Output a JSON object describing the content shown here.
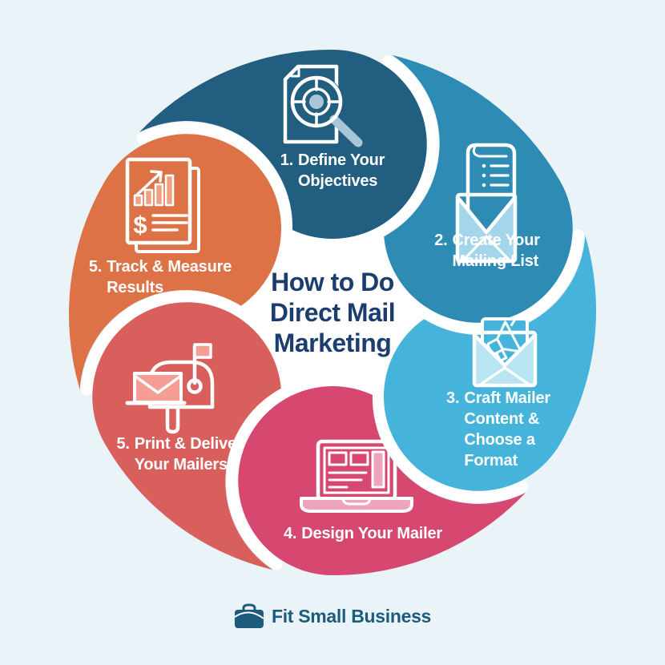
{
  "title": {
    "text": "How to Do\nDirect Mail\nMarketing"
  },
  "steps": [
    {
      "num": "1.",
      "label": "Define Your\nObjectives",
      "color": "#215e80",
      "tint": "#aac6d6",
      "icon": "document-magnifier-target-icon"
    },
    {
      "num": "2.",
      "label": "Create Your\nMailing List",
      "color": "#2e8cb4",
      "tint": "#a4d6eb",
      "icon": "envelope-mailing-list-icon"
    },
    {
      "num": "3.",
      "label": "Craft Mailer\nContent &\nChoose a\nFormat",
      "color": "#45b3da",
      "tint": "#b9e5f3",
      "icon": "envelope-megaphone-icon"
    },
    {
      "num": "4.",
      "label": "Design Your Mailer",
      "color": "#d6486f",
      "tint": "#efa3bd",
      "icon": "laptop-design-icon"
    },
    {
      "num": "5.",
      "label": "Print & Deliver\nYour Mailers",
      "color": "#d95f5d",
      "tint": "#f49e96",
      "icon": "mailbox-icon"
    },
    {
      "num": "5.",
      "label": "Track & Measure\nResults",
      "color": "#dd7247",
      "tint": "#eda382",
      "icon": "report-chart-icon",
      "symbol": "$"
    }
  ],
  "footer": {
    "brand": "Fit Small Business",
    "icon": "briefcase-icon"
  },
  "colors": {
    "background": "#eaf3f8",
    "gap": "#ffffff",
    "title": "#1c3e6e",
    "brand": "#1d5b7d"
  }
}
